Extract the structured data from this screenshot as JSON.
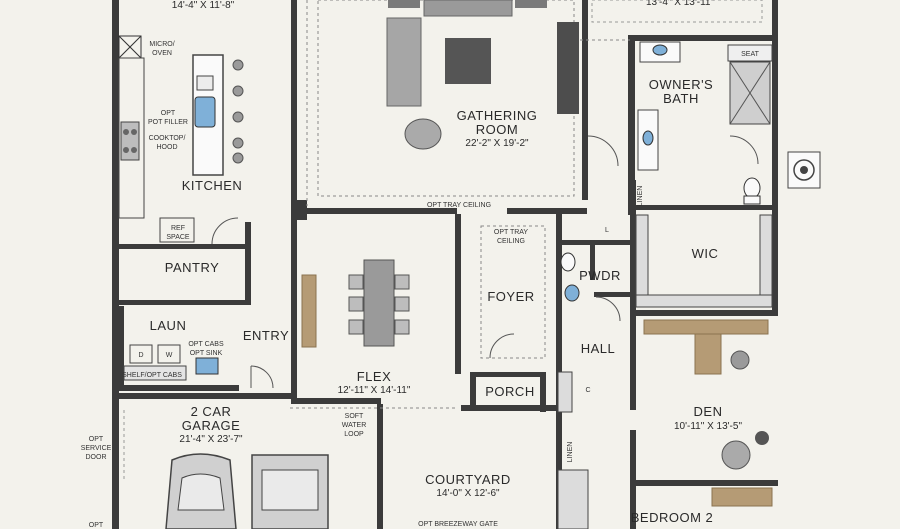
{
  "rooms": {
    "top_left_dim": "14'-4\" X 11'-8\"",
    "top_right_dim": "13'-4\" X 13'-11\"",
    "kitchen": "KITCHEN",
    "gathering": "GATHERING",
    "gathering2": "ROOM",
    "gathering_dim": "22'-2\" X 19'-2\"",
    "owners_bath": "OWNER'S",
    "owners_bath2": "BATH",
    "wic": "WIC",
    "pantry": "PANTRY",
    "flex": "FLEX",
    "flex_dim": "12'-11\" X 14'-11\"",
    "foyer": "FOYER",
    "pwdr": "PWDR",
    "laun": "LAUN",
    "entry": "ENTRY",
    "hall": "HALL",
    "porch": "PORCH",
    "den": "DEN",
    "den_dim": "10'-11\" X 13'-5\"",
    "garage": "2 CAR",
    "garage2": "GARAGE",
    "garage_dim": "21'-4\" X 23'-7\"",
    "courtyard": "COURTYARD",
    "courtyard_dim": "14'-0\" X 12'-6\"",
    "bedroom2": "BEDROOM 2"
  },
  "notes": {
    "micro": "MICRO/",
    "oven": "OVEN",
    "opt": "OPT",
    "pot_filler": "POT FILLER",
    "cooktop": "COOKTOP/",
    "hood": "HOOD",
    "ref": "REF",
    "space": "SPACE",
    "tray": "OPT TRAY CEILING",
    "opt_tray": "OPT TRAY",
    "ceiling": "CEILING",
    "seat": "SEAT",
    "linen": "LINEN",
    "linen2": "LINEN",
    "l": "L",
    "c": "C",
    "opt_cabs": "OPT CABS",
    "opt_sink": "OPT SINK",
    "d": "D",
    "w": "W",
    "shelf": "SHELF/OPT CABS",
    "soft": "SOFT",
    "water": "WATER",
    "loop": "LOOP",
    "service": "SERVICE",
    "door": "DOOR",
    "breezeway": "OPT BREEZEWAY GATE"
  },
  "colors": {
    "wall": "#3a3a3a",
    "floor": "#f3f2ec",
    "furniture": "#7a7a7a",
    "wood": "#b59b75",
    "fixture": "#5f8fc9"
  }
}
